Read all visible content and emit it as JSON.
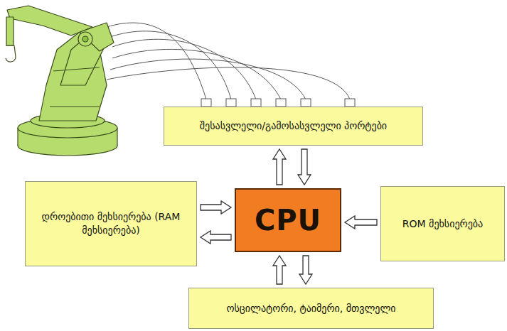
{
  "diagram": {
    "nodes": [
      {
        "text": [
          "შესასვლელი/გამოსასვლელი პორტები"
        ]
      },
      {
        "text": [
          "დროებითი მეხსიერება (RAM მეხსიერება)"
        ]
      },
      {
        "text": [
          "CPU"
        ]
      },
      {
        "text": [
          "ROM მეხსიერება"
        ]
      },
      {
        "text": [
          "ოსცილატორი, ტაიმერი, მთვლელი"
        ]
      }
    ],
    "edges": [
      {
        "from": 2,
        "to": 0,
        "arrow": "to"
      },
      {
        "from": 0,
        "to": 2,
        "arrow": "to"
      },
      {
        "from": 1,
        "to": 2,
        "arrow": "to"
      },
      {
        "from": 2,
        "to": 1,
        "arrow": "to"
      },
      {
        "from": 3,
        "to": 2,
        "arrow": "to"
      },
      {
        "from": 4,
        "to": 2,
        "arrow": "to"
      },
      {
        "from": 2,
        "to": 4,
        "arrow": "to"
      }
    ]
  }
}
